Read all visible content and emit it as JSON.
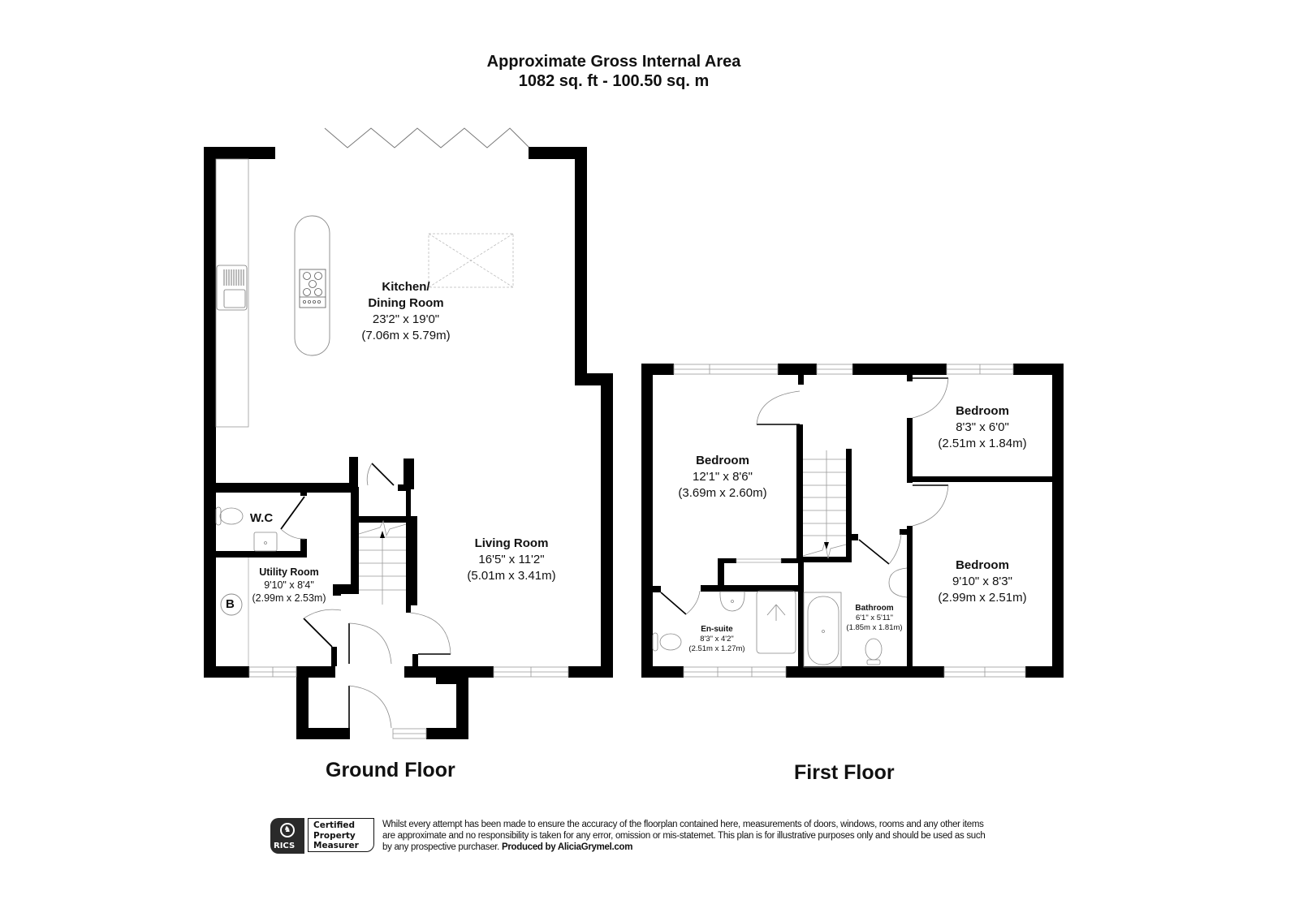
{
  "header": {
    "title_line1": "Approximate Gross Internal Area",
    "title_line2": "1082 sq. ft - 100.50 sq. m"
  },
  "ground_floor": {
    "title": "Ground Floor",
    "rooms": [
      {
        "name": "Kitchen/",
        "name2": "Dining Room",
        "dim_imperial": "23'2\" x 19'0\"",
        "dim_metric": "(7.06m x 5.79m)"
      },
      {
        "name": "Living Room",
        "dim_imperial": "16'5\" x 11'2\"",
        "dim_metric": "(5.01m x 3.41m)"
      },
      {
        "name": "Utility Room",
        "dim_imperial": "9'10\" x 8'4\"",
        "dim_metric": "(2.99m x 2.53m)"
      },
      {
        "name": "W.C"
      }
    ],
    "boiler_label": "B"
  },
  "first_floor": {
    "title": "First Floor",
    "rooms": [
      {
        "name": "Bedroom",
        "dim_imperial": "12'1\" x 8'6\"",
        "dim_metric": "(3.69m x 2.60m)"
      },
      {
        "name": "Bedroom",
        "dim_imperial": "8'3\" x 6'0\"",
        "dim_metric": "(2.51m x 1.84m)"
      },
      {
        "name": "Bedroom",
        "dim_imperial": "9'10\" x 8'3\"",
        "dim_metric": "(2.99m x 2.51m)"
      },
      {
        "name": "En-suite",
        "dim_imperial": "8'3\" x 4'2\"",
        "dim_metric": "(2.51m x 1.27m)"
      },
      {
        "name": "Bathroom",
        "dim_imperial": "6'1\" x 5'11\"",
        "dim_metric": "(1.85m x 1.81m)"
      }
    ]
  },
  "footer": {
    "rics_label": "RICS",
    "cert_line1": "Certified",
    "cert_line2": "Property",
    "cert_line3": "Measurer",
    "disclaimer": "Whilst every attempt has been made to ensure the accuracy of the floorplan contained here, measurements of doors, windows, rooms and any other items are approximate and no responsibility is taken for any error, omission or mis-statemet. This plan is for illustrative purposes only and should be used as such by any prospective purchaser.",
    "producer": "Produced by AliciaGrymel.com"
  },
  "colors": {
    "wall": "#000000",
    "fixture_line": "#9a9a9a",
    "background": "#ffffff"
  }
}
